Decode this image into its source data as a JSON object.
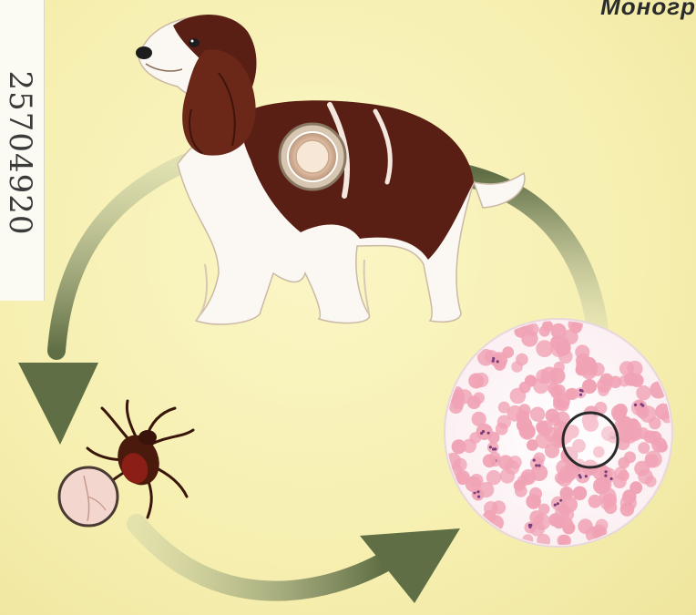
{
  "header": {
    "text": "Моногр"
  },
  "side_label": {
    "text": "25704920"
  },
  "diagram": {
    "stages": [
      "dog-host",
      "blood-smear",
      "tick-vector"
    ],
    "colors": {
      "background": "#f7f0b4",
      "arrow": "#6b7a4f",
      "dog_brown": "#5a1f14",
      "dog_white": "#fbf7f2",
      "erythrocyte": "#f0a3b5",
      "parasite": "#7a3e7a",
      "tick_body": "#4a1a0c"
    }
  }
}
